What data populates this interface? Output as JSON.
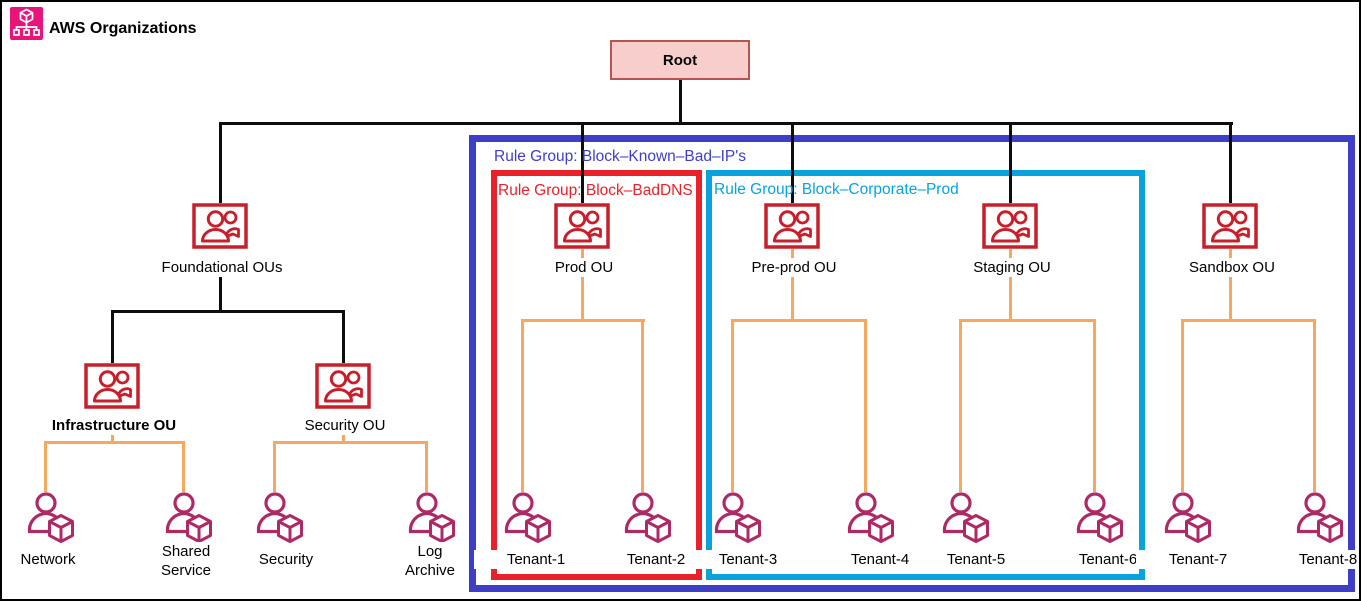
{
  "header": {
    "title": "AWS Organizations",
    "icon": "aws-organizations-service-icon"
  },
  "root": {
    "label": "Root"
  },
  "rule_groups": {
    "outer": {
      "label": "Rule Group: Block–Known–Bad–IP's",
      "color": "#3E3EC8"
    },
    "dns": {
      "label": "Rule Group: Block–BadDNS",
      "color": "#E8212B"
    },
    "corp": {
      "label": "Rule Group: Block–Corporate–Prod",
      "color": "#09A3DC"
    }
  },
  "ous": {
    "foundational": {
      "label": "Foundational OUs"
    },
    "infrastructure": {
      "label": "Infrastructure OU"
    },
    "security": {
      "label": "Security OU"
    },
    "prod": {
      "label": "Prod OU"
    },
    "preprod": {
      "label": "Pre-prod OU"
    },
    "staging": {
      "label": "Staging OU"
    },
    "sandbox": {
      "label": "Sandbox OU"
    }
  },
  "accounts": {
    "network": {
      "label": "Network"
    },
    "shared": {
      "label": "Shared Service"
    },
    "security": {
      "label": "Security"
    },
    "log": {
      "label": "Log Archive"
    },
    "t1": {
      "label": "Tenant-1"
    },
    "t2": {
      "label": "Tenant-2"
    },
    "t3": {
      "label": "Tenant-3"
    },
    "t4": {
      "label": "Tenant-4"
    },
    "t5": {
      "label": "Tenant-5"
    },
    "t6": {
      "label": "Tenant-6"
    },
    "t7": {
      "label": "Tenant-7"
    },
    "t8": {
      "label": "Tenant-8"
    }
  },
  "colors": {
    "ou_icon": "#C7202C",
    "account_icon": "#AD2A66",
    "connector_black": "#0d0d0d",
    "connector_orange": "#F5A85E",
    "root_fill": "#F8CECC",
    "root_border": "#B85450",
    "org_icon_pink": "#E7157B"
  }
}
